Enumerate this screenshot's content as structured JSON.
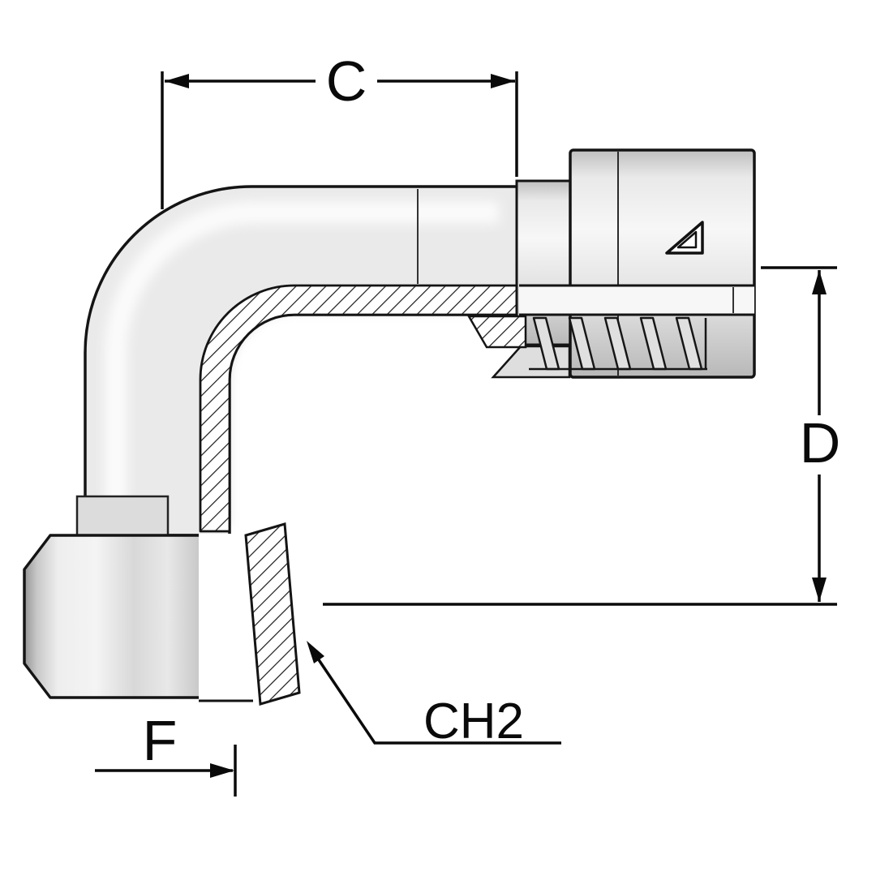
{
  "labels": {
    "dim_c": "C",
    "dim_d": "D",
    "dim_f": "F",
    "hex_label": "CH2"
  },
  "colors": {
    "outline": "#141414",
    "background": "#ffffff",
    "metal_light": "#f5f5f5",
    "metal_mid": "#e9e9e9",
    "metal_dark": "#b8b8b8",
    "hatch_line": "#1a1a1a"
  }
}
